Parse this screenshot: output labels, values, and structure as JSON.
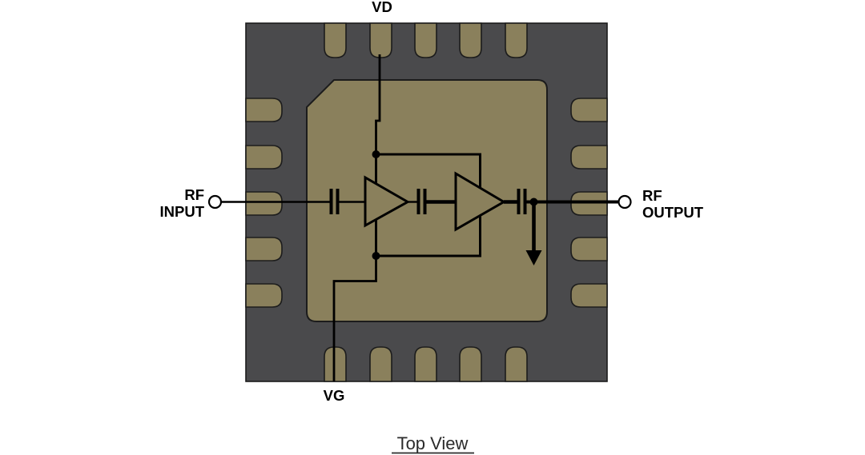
{
  "colors": {
    "bg": "#ffffff",
    "package": "#4a4a4c",
    "pad": "#8a805c",
    "die": "#8a805c",
    "outline": "#1c1c1c",
    "wire": "#000000",
    "label_text": "#000000",
    "caption_text": "#2b2b2b"
  },
  "labels": {
    "vd": "VD",
    "vg": "VG",
    "rf_input": [
      "RF",
      "INPUT"
    ],
    "rf_output": [
      "RF",
      "OUTPUT"
    ],
    "caption": "Top View"
  },
  "diagram": {
    "type": "QFN package top view with internal two-stage amplifier schematic",
    "pads_per_side": 5,
    "terminals": [
      "RF INPUT",
      "RF OUTPUT",
      "VD",
      "VG"
    ],
    "components": {
      "amplifier_stages": 2,
      "dc_block_capacitors": 3,
      "junction_dots": 3,
      "ground_arrow": true
    }
  }
}
